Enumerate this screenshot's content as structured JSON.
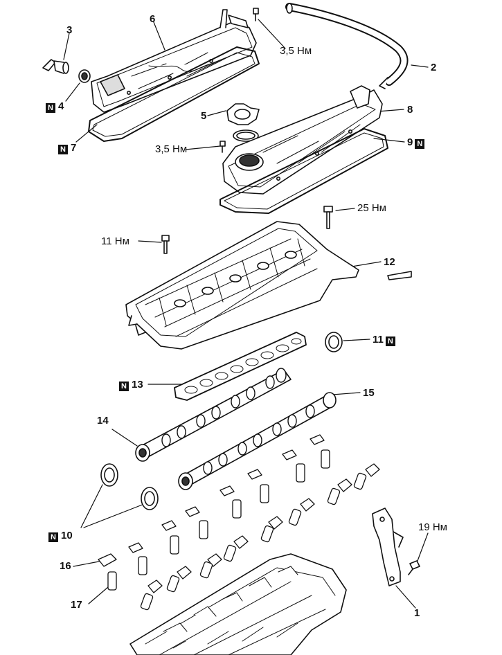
{
  "new_part_mark": "N",
  "colors": {
    "ink": "#111111",
    "paper": "#ffffff"
  },
  "callouts": {
    "c1": "1",
    "c2": "2",
    "c3": "3",
    "c4": "4",
    "c5": "5",
    "c6": "6",
    "c7": "7",
    "c8": "8",
    "c9": "9",
    "c10": "10",
    "c11": "11",
    "c12": "12",
    "c13": "13",
    "c14": "14",
    "c15": "15",
    "c16": "16",
    "c17": "17"
  },
  "torques": {
    "t1": "3,5 Нм",
    "t2": "3,5 Нм",
    "t3": "25 Нм",
    "t4": "11 Нм",
    "t5": "19 Нм"
  }
}
